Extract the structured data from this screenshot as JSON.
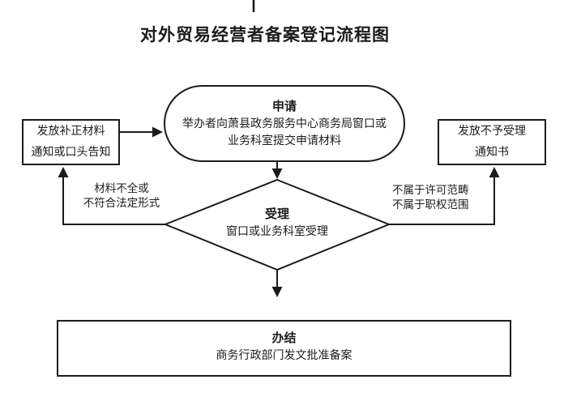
{
  "page": {
    "background_color": "#ffffff",
    "line_color": "#1b1b1b"
  },
  "title": "对外贸易经营者备案登记流程图",
  "flowchart": {
    "apply_node": {
      "heading": "申请",
      "line1": "举办者向萧县政务服务中心商务局窗口或",
      "line2": "业务科室提交申请材料"
    },
    "supplement_box": {
      "line1": "发放补正材料",
      "line2": "通知或口头告知"
    },
    "reject_box": {
      "line1": "发放不予受理",
      "line2": "通知书"
    },
    "decision_node": {
      "heading": "受理",
      "line1": "窗口或业务科室受理"
    },
    "complete_node": {
      "heading": "办结",
      "line1": "商务行政部门发文批准备案"
    },
    "left_branch_label": {
      "line1": "材料不全或",
      "line2": "不符合法定形式"
    },
    "right_branch_label": {
      "line1": "不属于许可范畴",
      "line2": "不属于职权范围"
    }
  }
}
